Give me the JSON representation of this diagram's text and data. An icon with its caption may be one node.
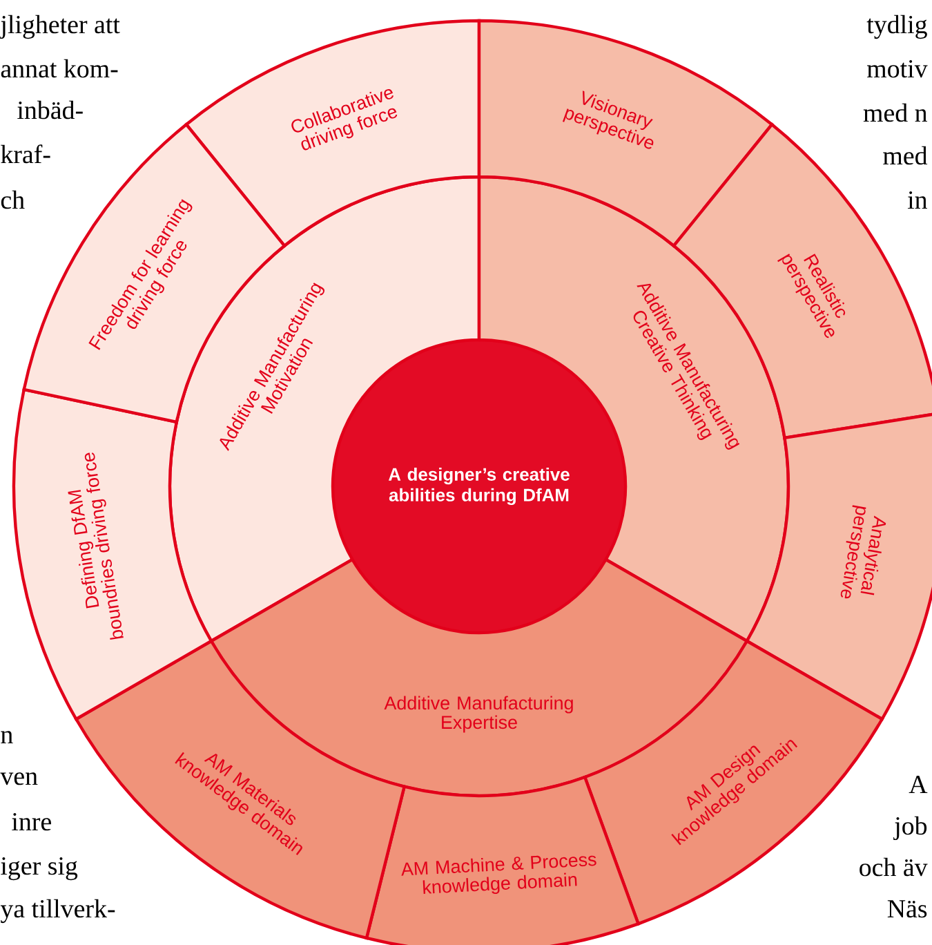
{
  "diagram": {
    "nodes": [
      {
        "text": [
          "A designer’s creative abilities during DfAM"
        ]
      },
      {
        "text": [
          "Additive Manufacturing Motivation"
        ]
      },
      {
        "text": [
          "Additive Manufacturing Creative Thinking"
        ]
      },
      {
        "text": [
          "Additive Manufacturing Expertise"
        ]
      },
      {
        "text": [
          "Collaborative driving force"
        ]
      },
      {
        "text": [
          "Visionary perspective"
        ]
      },
      {
        "text": [
          "Realistic perspective"
        ]
      },
      {
        "text": [
          "Analytical perspective"
        ]
      },
      {
        "text": [
          "AM Design knowledge domain"
        ]
      },
      {
        "text": [
          "AM Machine & Process knowledge domain"
        ]
      },
      {
        "text": [
          "AM Materials knowledge domain"
        ]
      },
      {
        "text": [
          "Defining DfAM boundries driving force"
        ]
      },
      {
        "text": [
          "Freedom for learning driving force"
        ]
      }
    ],
    "labels": [
      "jligheter att",
      "annat kom-",
      "inbäd-",
      "kraf-",
      "ch",
      "tydlig",
      "motiv",
      "med n",
      "med",
      "in",
      "n",
      "ven",
      "inre",
      "iger sig",
      "ya tillverk-",
      "A",
      "job",
      "och äv",
      "Näs"
    ]
  }
}
